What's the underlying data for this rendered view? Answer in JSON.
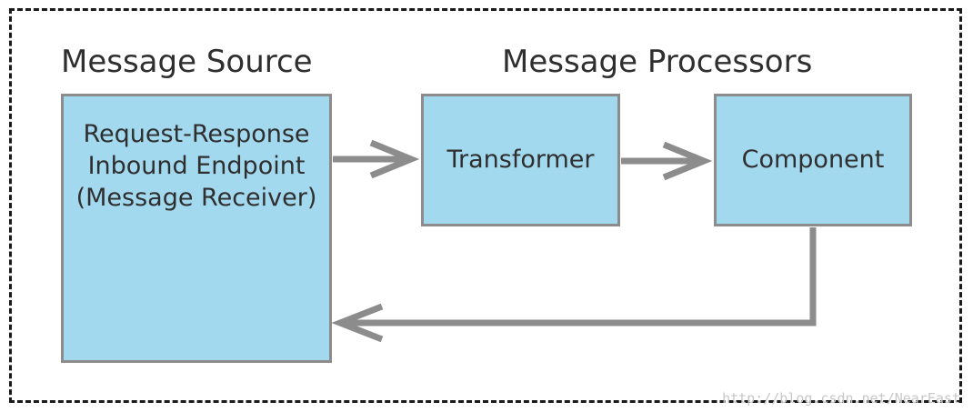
{
  "sections": {
    "source_title": "Message Source",
    "processors_title": "Message Processors"
  },
  "nodes": {
    "source": {
      "lines": [
        "Request-Response",
        "Inbound Endpoint",
        "(Message Receiver)"
      ]
    },
    "transformer": {
      "label": "Transformer"
    },
    "component": {
      "label": "Component"
    }
  },
  "edges": [
    {
      "from": "source",
      "to": "transformer"
    },
    {
      "from": "transformer",
      "to": "component"
    },
    {
      "from": "component",
      "to": "source"
    }
  ],
  "colors": {
    "box_fill": "#a3d9ee",
    "box_border": "#8c8c8c",
    "arrow": "#8c8c8c",
    "frame": "#1a1a1a",
    "text": "#2f2f2f"
  },
  "watermark": "http://blog.csdn.net/NearEast"
}
